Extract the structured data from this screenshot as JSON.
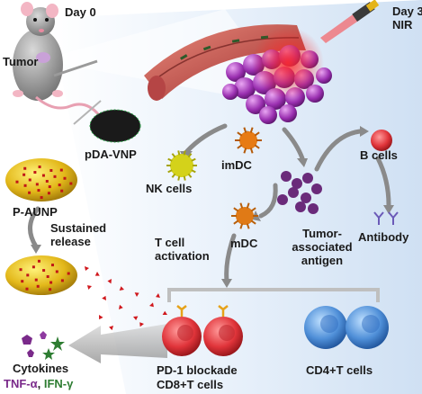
{
  "labels": {
    "day0": "Day 0",
    "day3": "Day 3",
    "nir": "NIR",
    "tumor": "Tumor",
    "pdavnp": "pDA-VNP",
    "paunp": "P-AUNP",
    "sustained": "Sustained",
    "release": "release",
    "nk_cells": "NK cells",
    "imdc": "imDC",
    "b_cells": "B cells",
    "tumor_assoc_1": "Tumor-",
    "tumor_assoc_2": "associated",
    "tumor_assoc_3": "antigen",
    "antibody": "Antibody",
    "mdc": "mDC",
    "tcell_1": "T cell",
    "tcell_2": "activation",
    "cytokines": "Cytokines",
    "tnf": "TNF-α",
    "comma": ",",
    "ifn": "IFN-γ",
    "pd1_blockade": "PD-1 blockade",
    "cd8": "CD8+T cells",
    "cd4": "CD4+T cells"
  },
  "colors": {
    "tnf": "#7a2a8a",
    "ifn": "#2e7d32",
    "tumor_purple": "#8a2a9a",
    "laser_red": "#e0141e",
    "particle_yellow": "#e6c21a"
  }
}
